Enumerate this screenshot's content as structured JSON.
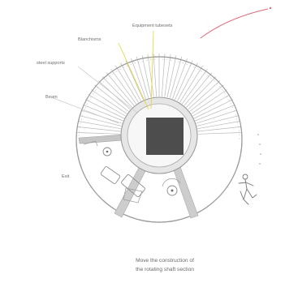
{
  "labels": {
    "equipment_tubesets": "Equipment tubesets",
    "blanchisms": "Blanchisms",
    "steel_supports": "steel supports",
    "beam": "Beam",
    "exit": "Exit"
  },
  "caption": {
    "line1": "Move the construction of",
    "line2": "the rotating shaft section"
  },
  "colors": {
    "outline": "#9a9a9a",
    "rays": "#b9b9b9",
    "hub_fill": "#e6e6e6",
    "core_fill": "#4d4d4d",
    "leader_yellow": "#e2d43a",
    "accent_red": "#e0697a",
    "text": "#6f6f6f"
  }
}
